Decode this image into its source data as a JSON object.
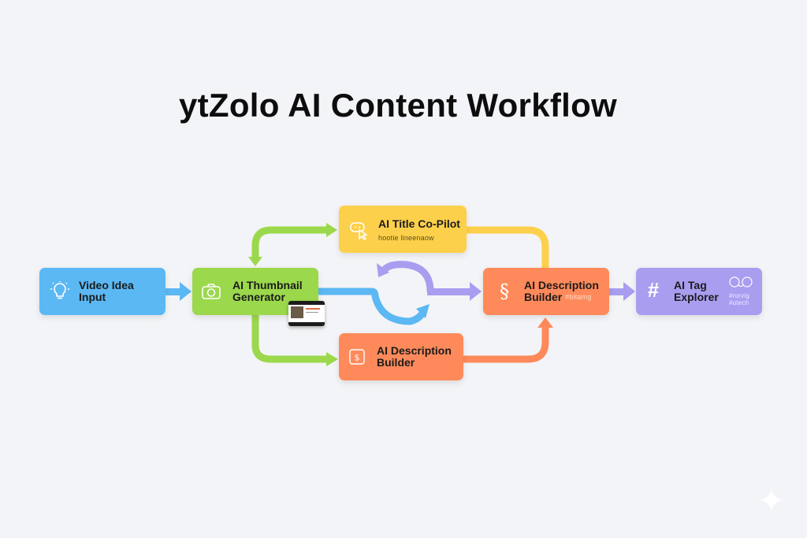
{
  "title": "ytZolo AI Content Workflow",
  "colors": {
    "background": "#f3f4f7",
    "blue": "#5bb8f3",
    "green": "#9bd84c",
    "yellow": "#fdd04b",
    "orange": "#fe8a5b",
    "purple": "#a99df0"
  },
  "nodes": {
    "video_idea": {
      "label_line1": "Video Idea",
      "label_line2": "Input",
      "icon": "lightbulb-icon"
    },
    "thumbnail": {
      "label_line1": "AI Thumbnail",
      "label_line2": "Generator",
      "icon": "camera-icon"
    },
    "title_copilot": {
      "label_line1": "AI Title Co-Pilot",
      "sub": "hootie lineenaow",
      "icon": "cursor-chat-icon"
    },
    "description_main": {
      "label_line1": "AI Description",
      "label_line2": "Builder",
      "tag": "#bitamg",
      "icon": "dollar-script-icon"
    },
    "description_alt": {
      "label_line1": "AI Description",
      "label_line2": "Builder",
      "icon": "dollar-doc-icon"
    },
    "tag_explorer": {
      "label_line1": "AI Tag",
      "label_line2": "Explorer",
      "icon": "hashtag-icon",
      "tags_line1": "#rorvig",
      "tags_line2": "#utech"
    }
  }
}
